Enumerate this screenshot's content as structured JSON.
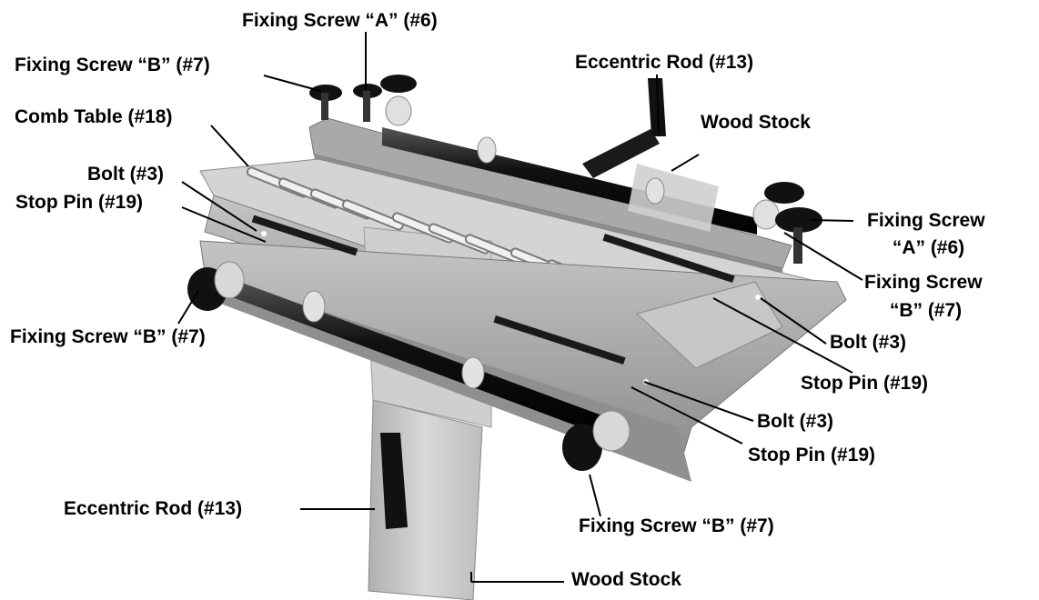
{
  "labels": {
    "fixing_screw_a_top": "Fixing Screw “A” (#6)",
    "fixing_screw_b_top": "Fixing Screw “B” (#7)",
    "eccentric_rod_top": "Eccentric Rod (#13)",
    "comb_table": "Comb Table (#18)",
    "wood_stock_top": "Wood Stock",
    "bolt_left": "Bolt (#3)",
    "stop_pin_left": "Stop Pin (#19)",
    "fixing_screw_a_right_line1": "Fixing Screw",
    "fixing_screw_a_right_line2": "“A” (#6)",
    "fixing_screw_b_right_line1": "Fixing Screw",
    "fixing_screw_b_right_line2": "“B” (#7)",
    "bolt_right_upper": "Bolt (#3)",
    "fixing_screw_b_left": "Fixing Screw “B” (#7)",
    "stop_pin_right_upper": "Stop Pin (#19)",
    "bolt_right_lower": "Bolt (#3)",
    "stop_pin_right_lower": "Stop Pin (#19)",
    "eccentric_rod_bottom": "Eccentric Rod (#13)",
    "fixing_screw_b_bottom": "Fixing Screw “B” (#7)",
    "wood_stock_bottom": "Wood Stock"
  },
  "colors": {
    "text": "#000000",
    "leader": "#000000",
    "metal_light": "#b8b8b8",
    "metal_mid": "#9a9a9a",
    "metal_dark": "#6e6e6e",
    "wood": "#c9c9c9",
    "knob": "#1a1a1a"
  }
}
